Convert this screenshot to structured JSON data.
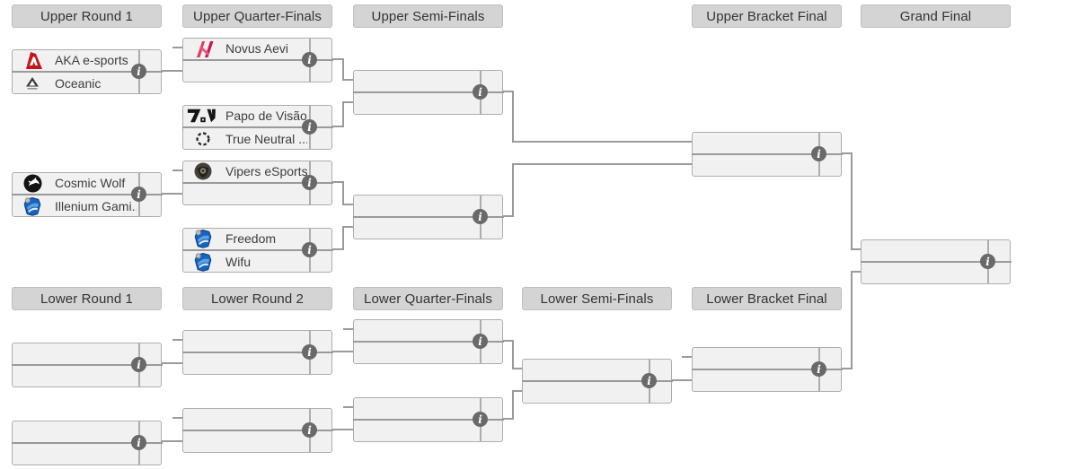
{
  "widget": "double-elimination-bracket",
  "colors": {
    "header_bg": "#d4d4d4",
    "header_border": "#bdbdbd",
    "box_bg": "#f1f1f1",
    "box_border": "#adadad",
    "line": "#9a9a9a",
    "info_bg": "#696969",
    "text": "#3d3d3d",
    "aka_red": "#c3161c",
    "novus_pink": "#e23a5e",
    "rl_shield_blue": "#1565c0"
  },
  "icons": {
    "info_glyph": "i"
  },
  "headers": [
    {
      "id": "upper-round-1",
      "label": "Upper Round 1"
    },
    {
      "id": "upper-quarter-finals",
      "label": "Upper Quarter-Finals"
    },
    {
      "id": "upper-semi-finals",
      "label": "Upper Semi-Finals"
    },
    {
      "id": "upper-bracket-final",
      "label": "Upper Bracket Final"
    },
    {
      "id": "grand-final",
      "label": "Grand Final"
    },
    {
      "id": "lower-round-1",
      "label": "Lower Round 1"
    },
    {
      "id": "lower-round-2",
      "label": "Lower Round 2"
    },
    {
      "id": "lower-quarter-finals",
      "label": "Lower Quarter-Finals"
    },
    {
      "id": "lower-semi-finals",
      "label": "Lower Semi-Finals"
    },
    {
      "id": "lower-bracket-final",
      "label": "Lower Bracket Final"
    }
  ],
  "matches": [
    {
      "id": "upper-r1-m1",
      "round": "Upper Round 1",
      "teams": [
        {
          "name": "AKA e-sports",
          "logo": "aka"
        },
        {
          "name": "Oceanic",
          "logo": "oceanic"
        }
      ]
    },
    {
      "id": "upper-r1-m2",
      "round": "Upper Round 1",
      "teams": [
        {
          "name": "Cosmic Wolf",
          "logo": "cosmic-wolf"
        },
        {
          "name": "Illenium Gami...",
          "logo": "rl-shield"
        }
      ]
    },
    {
      "id": "upper-qf-m1",
      "round": "Upper Quarter-Finals",
      "teams": [
        {
          "name": "Novus Aevi",
          "logo": "novus"
        },
        null
      ]
    },
    {
      "id": "upper-qf-m2",
      "round": "Upper Quarter-Finals",
      "teams": [
        {
          "name": "Papo de Visão",
          "logo": "papo"
        },
        {
          "name": "True Neutral ...",
          "logo": "true-neutral"
        }
      ]
    },
    {
      "id": "upper-qf-m3",
      "round": "Upper Quarter-Finals",
      "teams": [
        {
          "name": "Vipers eSports",
          "logo": "vipers"
        },
        null
      ]
    },
    {
      "id": "upper-qf-m4",
      "round": "Upper Quarter-Finals",
      "teams": [
        {
          "name": "Freedom",
          "logo": "rl-shield"
        },
        {
          "name": "Wifu",
          "logo": "rl-shield"
        }
      ]
    },
    {
      "id": "upper-sf-m1",
      "round": "Upper Semi-Finals",
      "teams": [
        null,
        null
      ]
    },
    {
      "id": "upper-sf-m2",
      "round": "Upper Semi-Finals",
      "teams": [
        null,
        null
      ]
    },
    {
      "id": "upper-bracket-final",
      "round": "Upper Bracket Final",
      "teams": [
        null,
        null
      ]
    },
    {
      "id": "grand-final",
      "round": "Grand Final",
      "teams": [
        null,
        null
      ]
    },
    {
      "id": "lower-r1-m1",
      "round": "Lower Round 1",
      "teams": [
        null,
        null
      ]
    },
    {
      "id": "lower-r1-m2",
      "round": "Lower Round 1",
      "teams": [
        null,
        null
      ]
    },
    {
      "id": "lower-r2-m1",
      "round": "Lower Round 2",
      "teams": [
        null,
        null
      ]
    },
    {
      "id": "lower-r2-m2",
      "round": "Lower Round 2",
      "teams": [
        null,
        null
      ]
    },
    {
      "id": "lower-qf-m1",
      "round": "Lower Quarter-Finals",
      "teams": [
        null,
        null
      ]
    },
    {
      "id": "lower-qf-m2",
      "round": "Lower Quarter-Finals",
      "teams": [
        null,
        null
      ]
    },
    {
      "id": "lower-sf-m1",
      "round": "Lower Semi-Finals",
      "teams": [
        null,
        null
      ]
    },
    {
      "id": "lower-bracket-final",
      "round": "Lower Bracket Final",
      "teams": [
        null,
        null
      ]
    }
  ]
}
